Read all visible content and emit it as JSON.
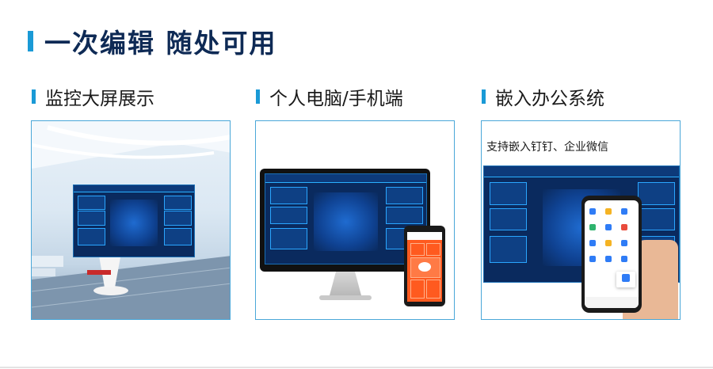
{
  "main_title": "一次编辑  随处可用",
  "sections": [
    {
      "label": "监控大屏展示"
    },
    {
      "label": "个人电脑/手机端"
    },
    {
      "label": "嵌入办公系统"
    }
  ],
  "panel3": {
    "caption": "支持嵌入钉钉、企业微信"
  },
  "colors": {
    "accent": "#1a9ad6",
    "title": "#0e2a55",
    "dashboard_bg": "#0a2a5e"
  }
}
